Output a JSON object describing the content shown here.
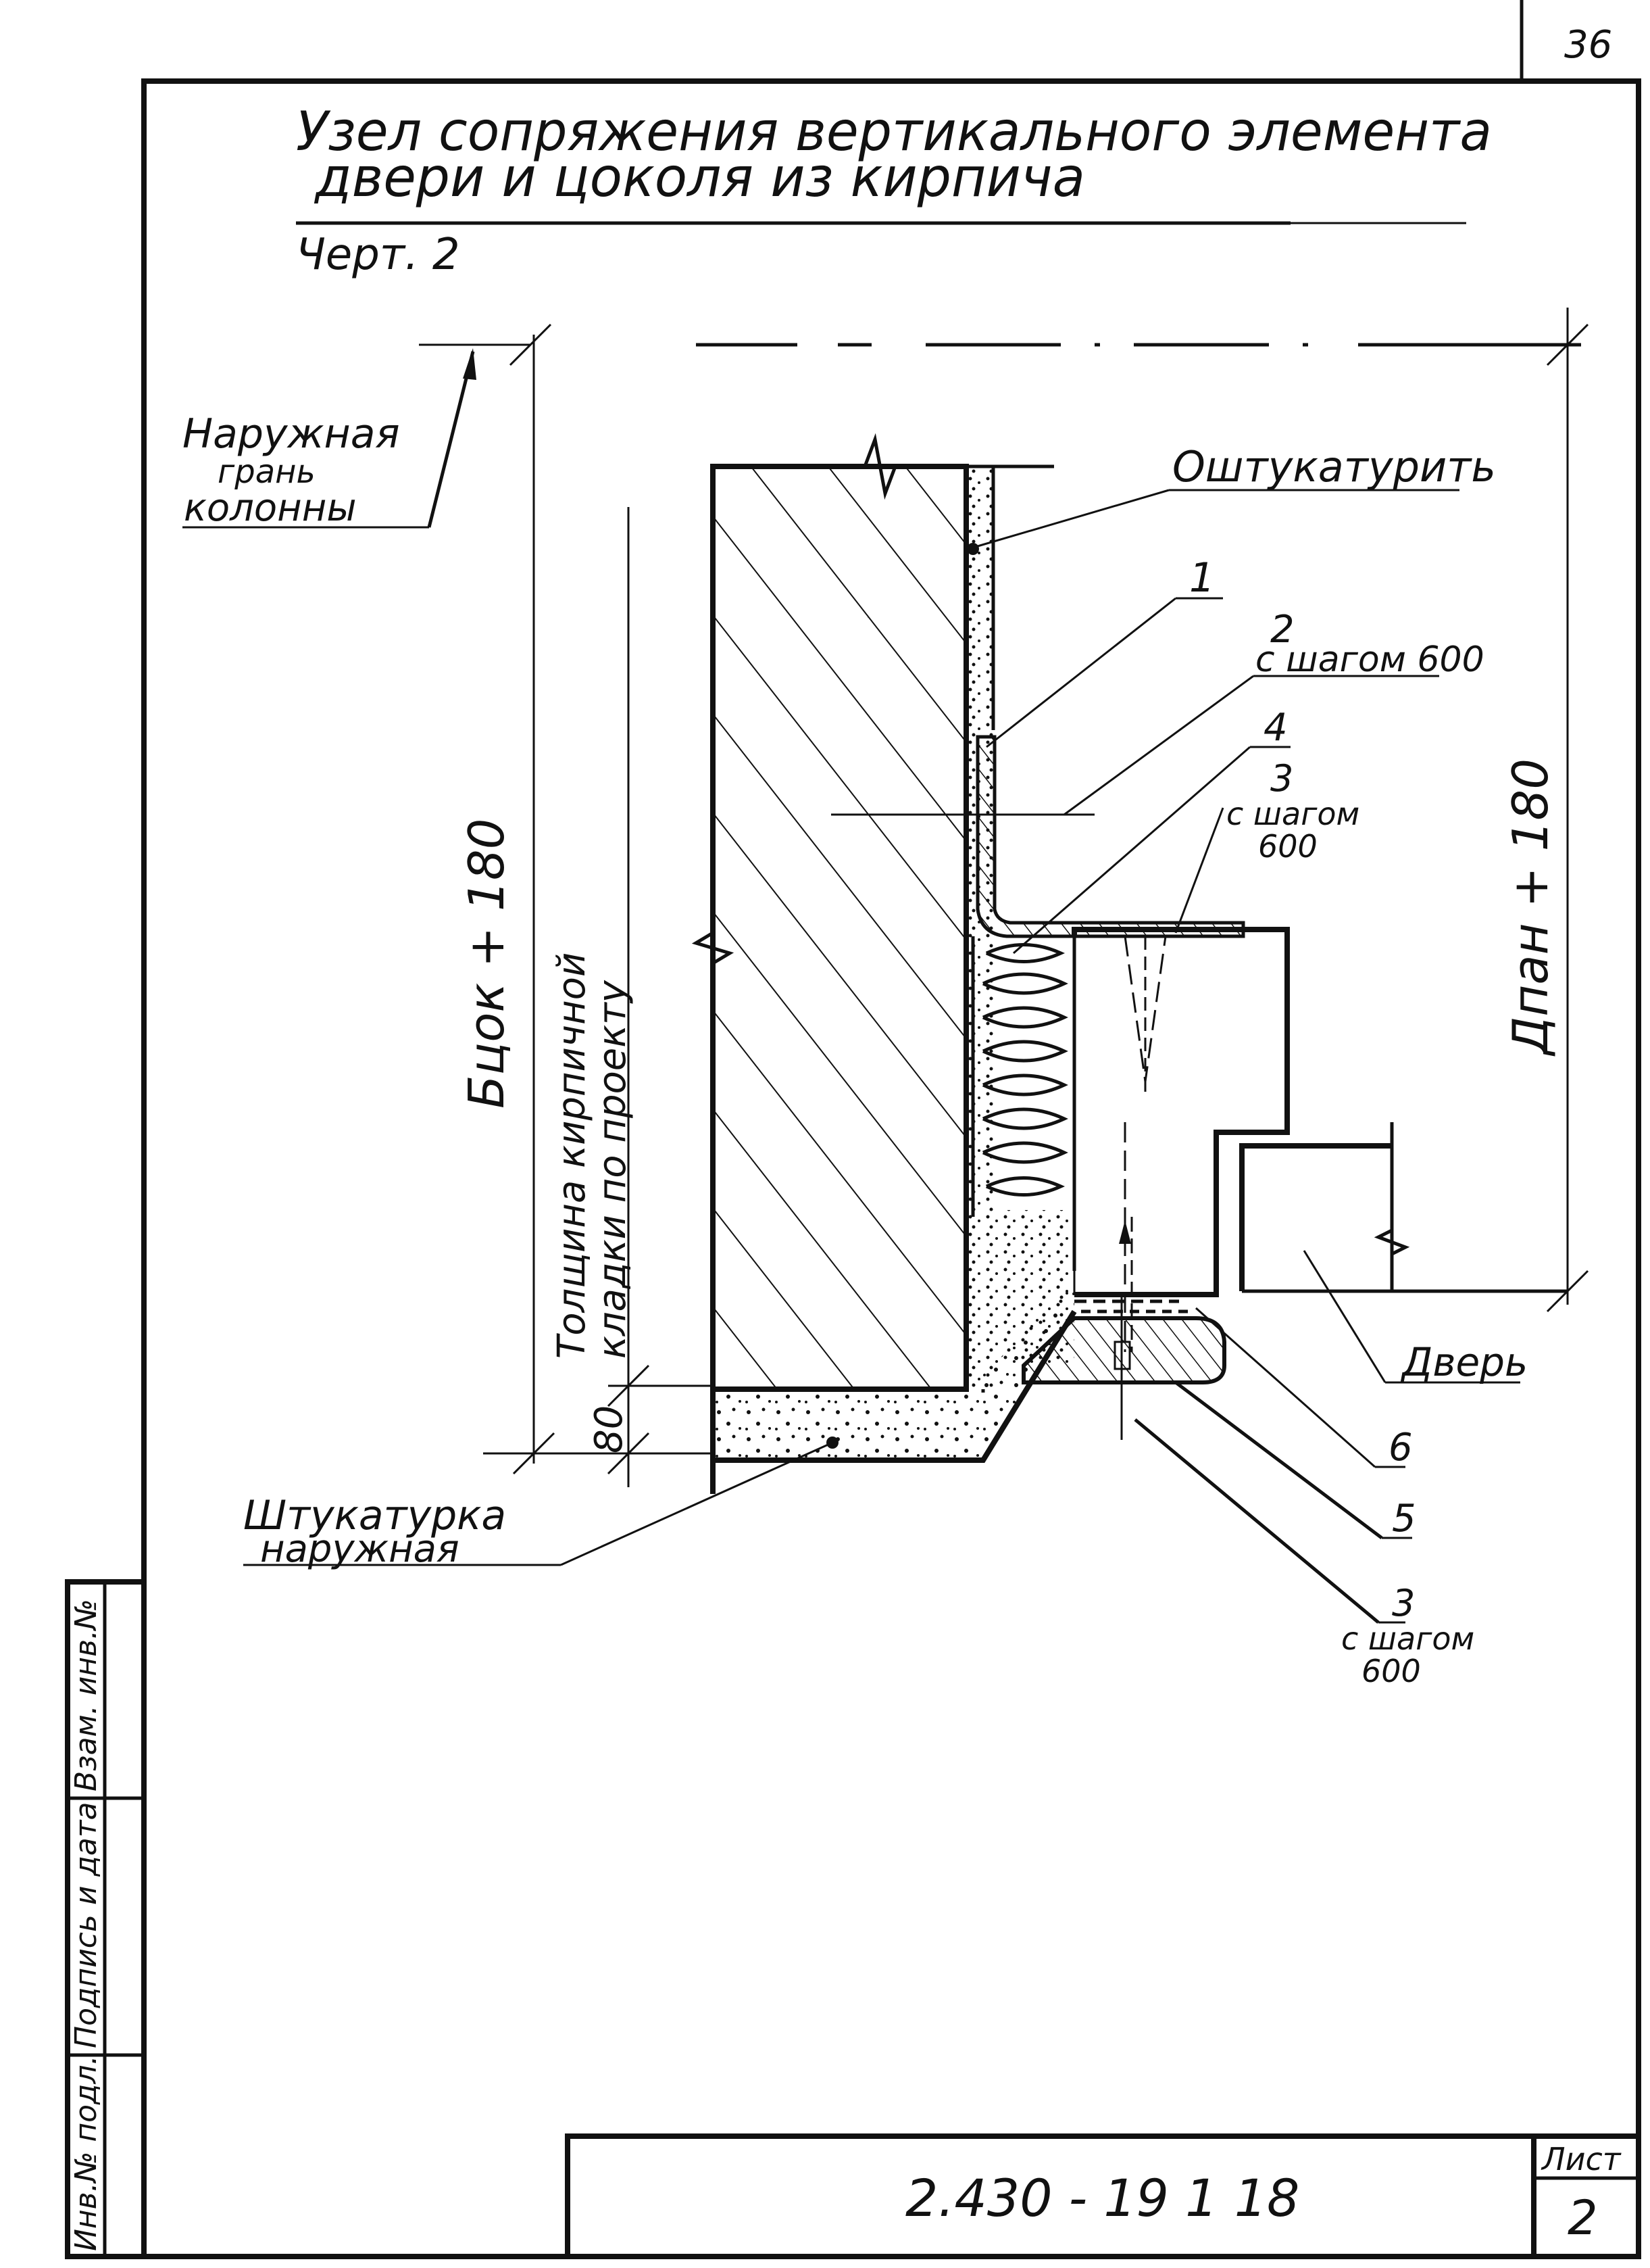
{
  "sheet": {
    "page_number": "36",
    "title_line1": "Узел сопряжения вертикального элемента",
    "title_line2": "двери и цоколя из кирпича",
    "drawing_ref": "Черт. 2",
    "document_code": "2.430 - 19 1 18",
    "sheet_label": "Лист",
    "sheet_number": "2"
  },
  "side_stamp": {
    "inv_no_orig": "Инв.№ подл.",
    "signature_date": "Подпись и дата",
    "replaces_inv": "Взам. инв.№"
  },
  "labels": {
    "outer_face_1": "Наружная",
    "outer_face_2": "грань",
    "outer_face_3": "колонны",
    "plaster_note": "Оштукатурить",
    "item_1": "1",
    "item_2": "2",
    "item_2_step": "с шагом 600",
    "item_4": "4",
    "item_3_top": "3",
    "item_3_top_step_1": "с шагом",
    "item_3_top_step_2": "600",
    "dim_plinth": "Бцок + 180",
    "dim_masonry_1": "Толщина кирпичной",
    "dim_masonry_2": "кладки по проекту",
    "dim_80": "80",
    "dim_panel": "Дпан + 180",
    "door": "Дверь",
    "item_6": "6",
    "item_5": "5",
    "item_3_bot": "3",
    "item_3_bot_step_1": "с шагом",
    "item_3_bot_step_2": "600",
    "ext_plaster_1": "Штукатурка",
    "ext_plaster_2": "наружная"
  }
}
